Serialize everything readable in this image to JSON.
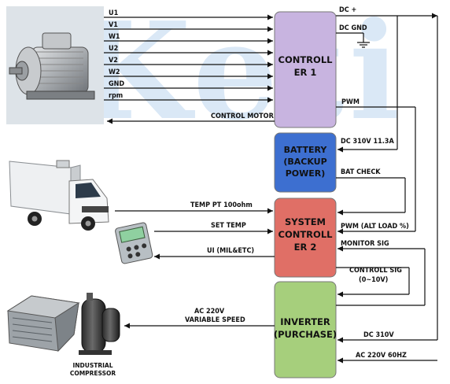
{
  "watermark": "Keti",
  "blocks": {
    "controller1": {
      "lines": [
        "CONTROLL",
        "ER 1"
      ],
      "color": "#c8b4e0"
    },
    "battery": {
      "lines": [
        "BATTERY",
        "(BACKUP",
        "POWER)"
      ],
      "color": "#3d6fd0"
    },
    "system_controller2": {
      "lines": [
        "SYSTEM",
        "CONTROLL",
        "ER 2"
      ],
      "color": "#e06f66"
    },
    "inverter": {
      "lines": [
        "INVERTER",
        "(PURCHASE)"
      ],
      "color": "#a6cf7c"
    }
  },
  "motor_signals": [
    "U1",
    "V1",
    "W1",
    "U2",
    "V2",
    "W2",
    "GND",
    "rpm"
  ],
  "labels": {
    "control_motor": "CONTROL MOTOR",
    "dc_plus": "DC +",
    "dc_gnd": "DC GND",
    "pwm": "PWM",
    "dc_310v_113a": "DC 310V 11.3A",
    "bat_check": "BAT CHECK",
    "temp_pt": "TEMP PT 100ohm",
    "set_temp": "SET TEMP",
    "ui": "UI (MIL&ETC)",
    "pwm_alt": "PWM (ALT LOAD %)",
    "monitor_sig": "MONITOR SIG",
    "controll_sig_1": "CONTROLL SIG",
    "controll_sig_2": "(0~10V)",
    "ac220v_1": "AC 220V",
    "ac220v_2": "VARIABLE SPEED",
    "dc_310v": "DC 310V",
    "ac220v_60hz": "AC 220V 60HZ",
    "industrial_1": "INDUSTRIAL",
    "industrial_2": "COMPRESSOR"
  }
}
